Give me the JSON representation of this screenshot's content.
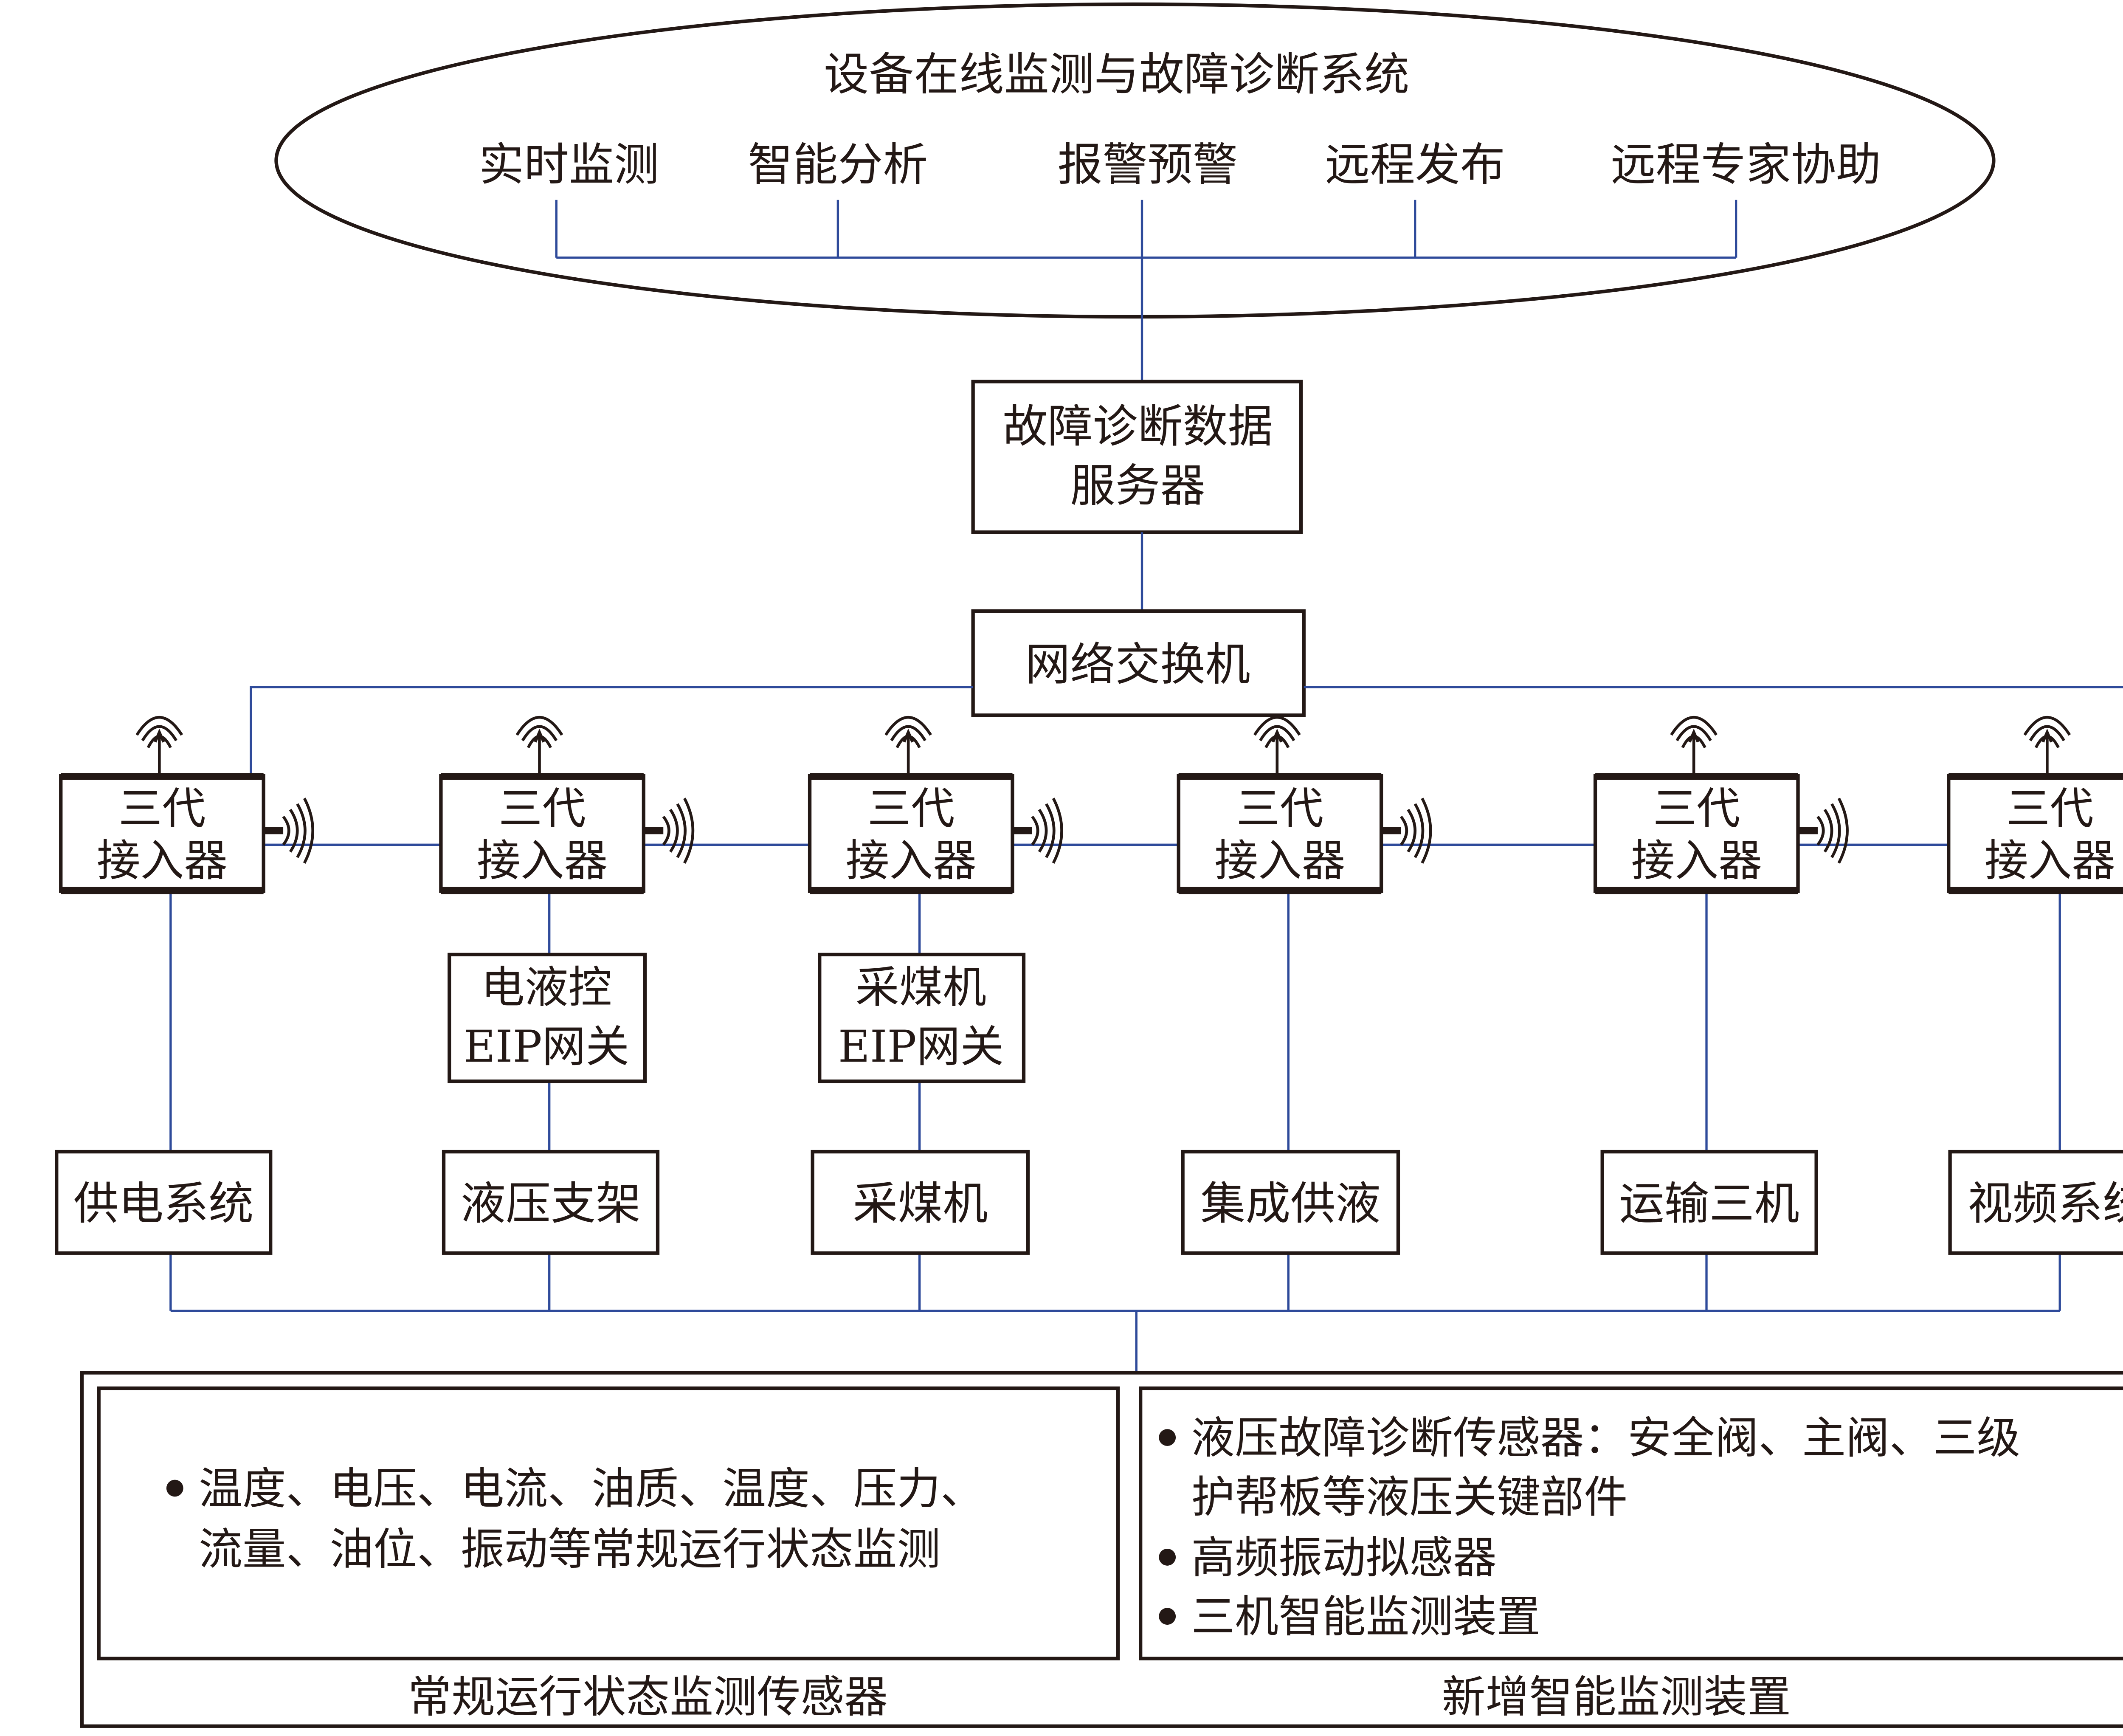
{
  "colors": {
    "line": "#2e4a9a",
    "ink": "#231815"
  },
  "system": {
    "title": "设备在线监测与故障诊断系统",
    "functions": [
      "实时监测",
      "智能分析",
      "报警预警",
      "远程发布",
      "远程专家协助"
    ]
  },
  "server": {
    "lines": [
      "故障诊断数据",
      "服务器"
    ]
  },
  "switch": {
    "label": "网络交换机"
  },
  "accessor": {
    "lines": [
      "三代",
      "接入器"
    ]
  },
  "gateways": [
    {
      "lines": [
        "电液控",
        "EIP网关"
      ]
    },
    {
      "lines": [
        "采煤机",
        "EIP网关"
      ]
    }
  ],
  "subsystems": [
    "供电系统",
    "液压支架",
    "采煤机",
    "集成供液",
    "运输三机",
    "视频系统"
  ],
  "sensors": {
    "left": {
      "bullets": [
        [
          "温度、电压、电流、油质、温度、压力、",
          "流量、油位、振动等常规运行状态监测"
        ]
      ],
      "caption": "常规运行状态监测传感器"
    },
    "right": {
      "bullets": [
        [
          "液压故障诊断传感器：安全阀、主阀、三级",
          "护帮板等液压关键部件"
        ],
        [
          "高频振动拟感器"
        ],
        [
          "三机智能监测装置"
        ]
      ],
      "caption": "新增智能监测装置"
    }
  }
}
